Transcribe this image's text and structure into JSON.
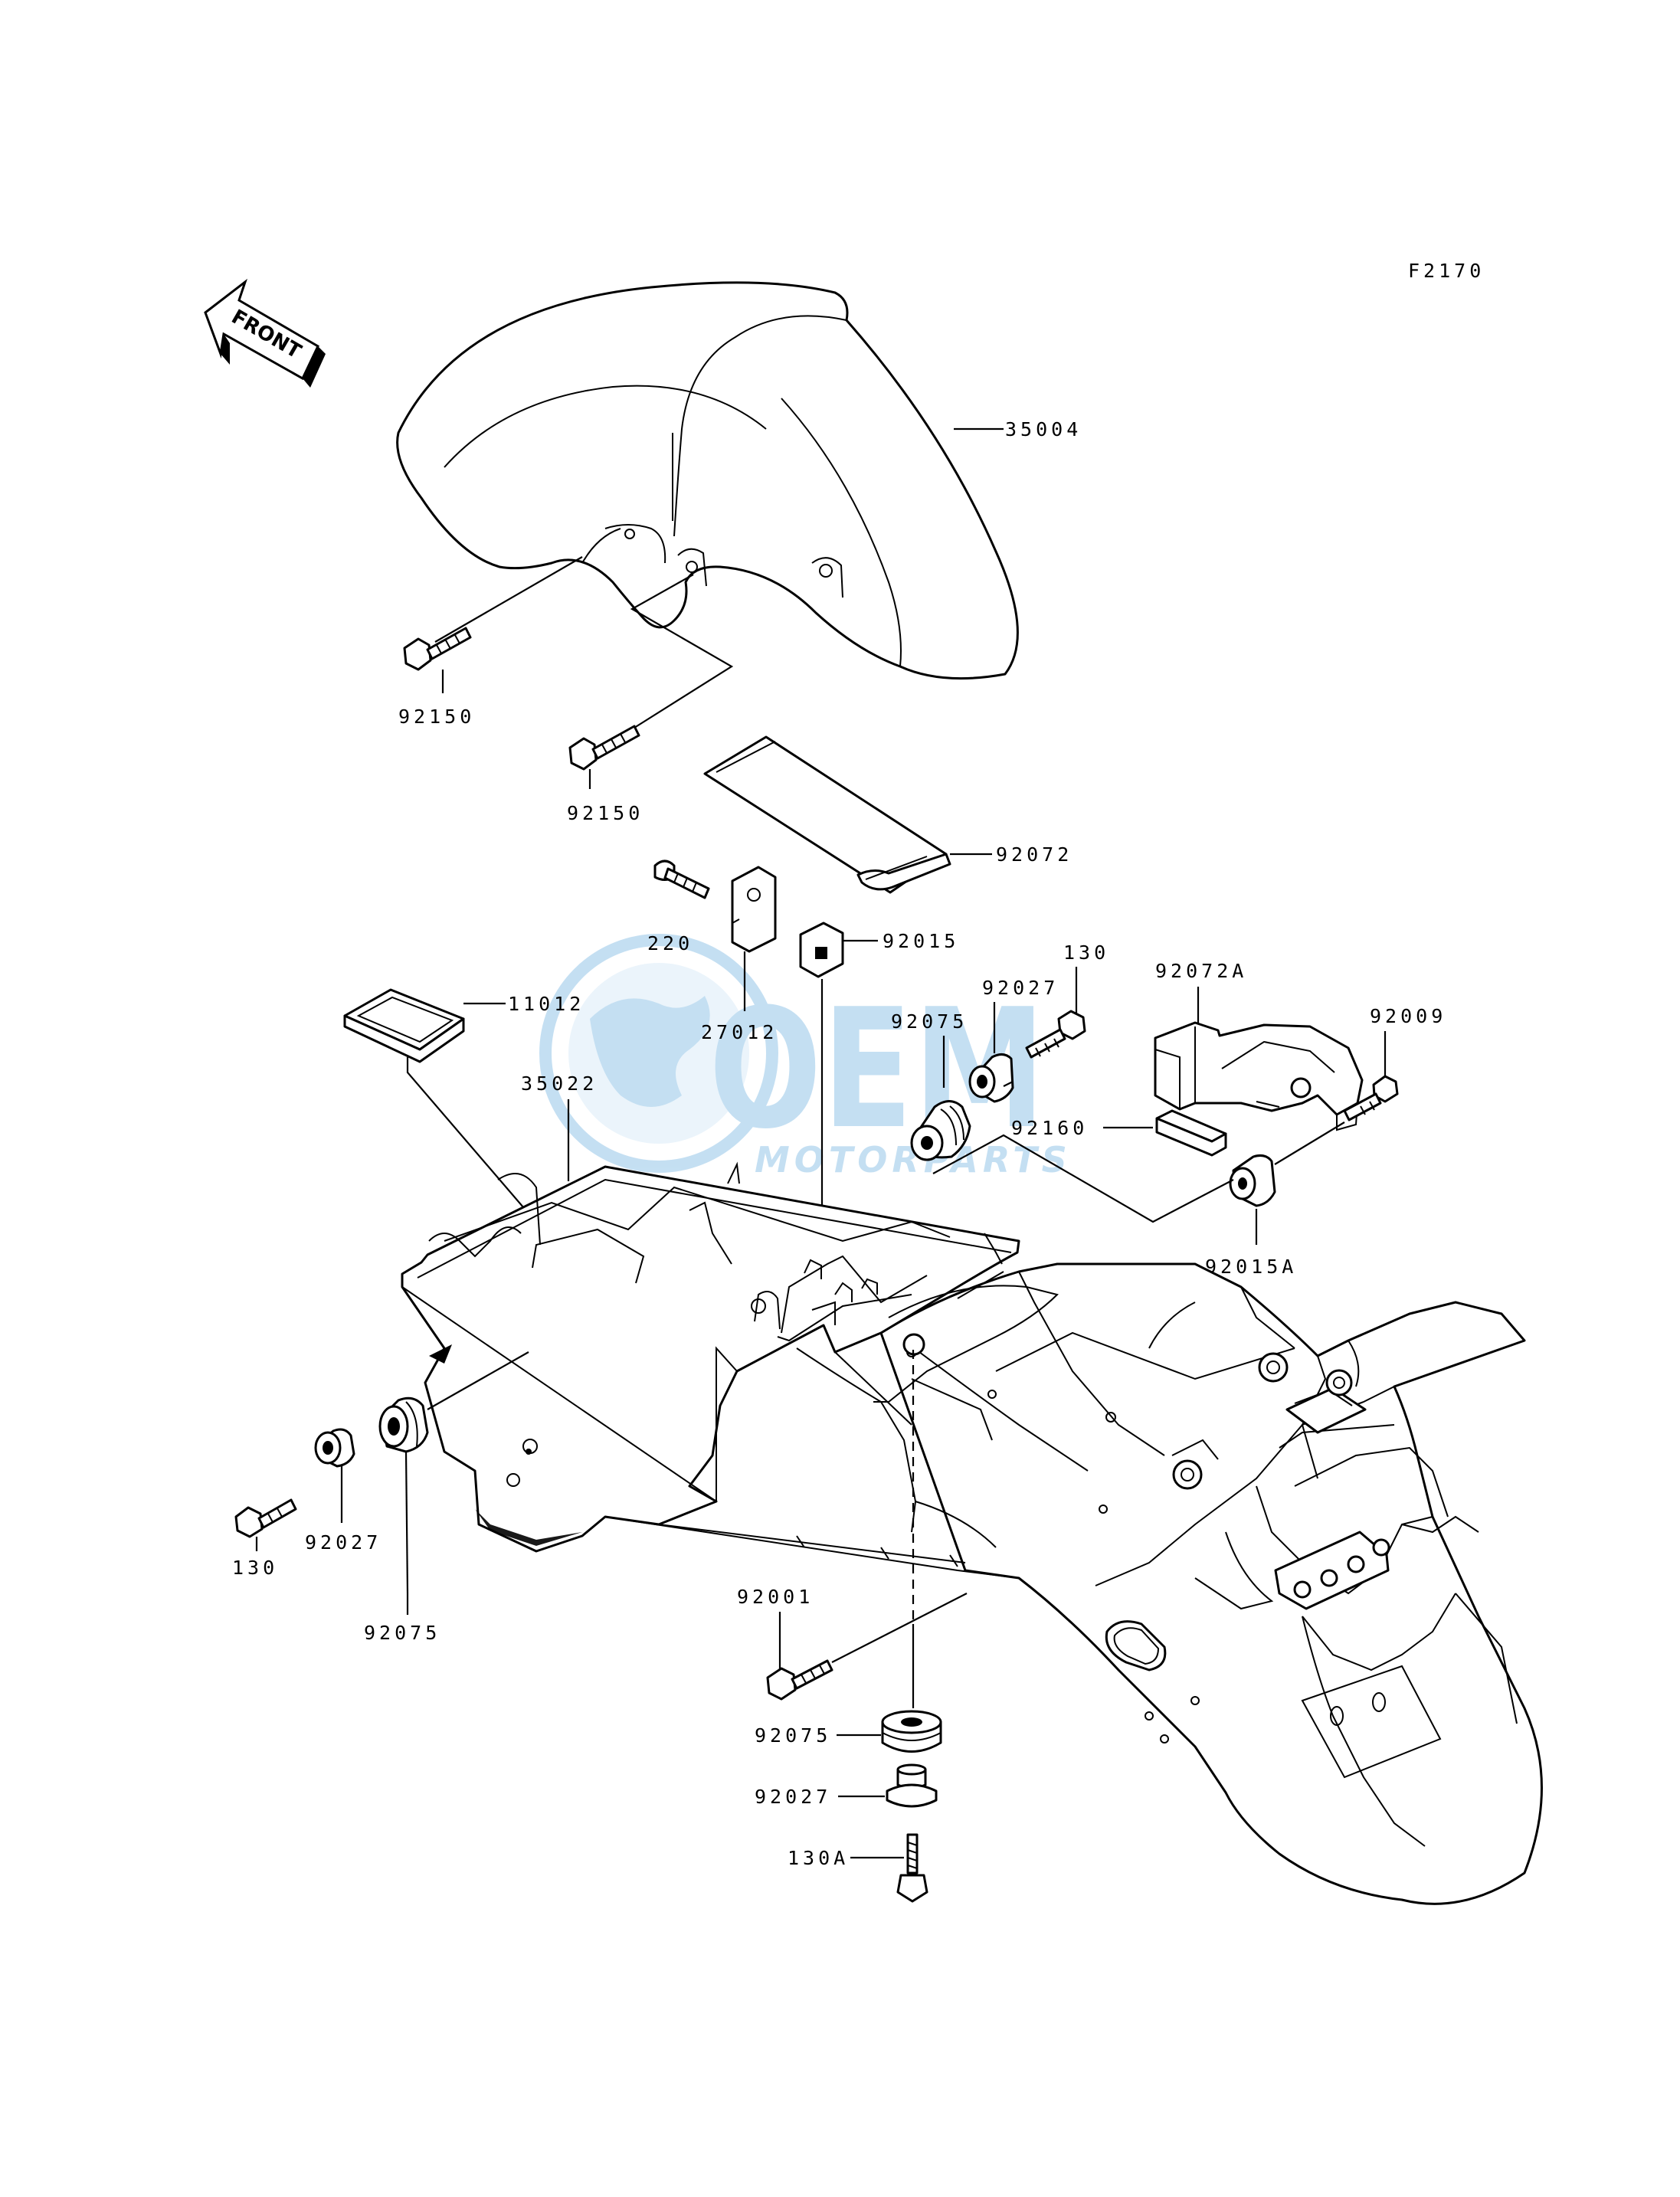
{
  "figure_code": "F2170",
  "front_arrow_label": "FRONT",
  "watermark": {
    "brand": "OEM",
    "sub": "MOTORPARTS",
    "color": "#5aa6dc"
  },
  "parts": {
    "p35004": "35004",
    "p92150a": "92150",
    "p92150b": "92150",
    "p92072": "92072",
    "p220": "220",
    "p92015": "92015",
    "p27012": "27012",
    "p11012": "11012",
    "p35022": "35022",
    "p92075a": "92075",
    "p92027a": "92027",
    "p130a": "130",
    "p92072A": "92072A",
    "p92009": "92009",
    "p92160": "92160",
    "p92015A": "92015A",
    "p92075b": "92075",
    "p92027b": "92027",
    "p130b": "130",
    "p92001": "92001",
    "p92075c": "92075",
    "p92027c": "92027",
    "p130A": "130A"
  }
}
